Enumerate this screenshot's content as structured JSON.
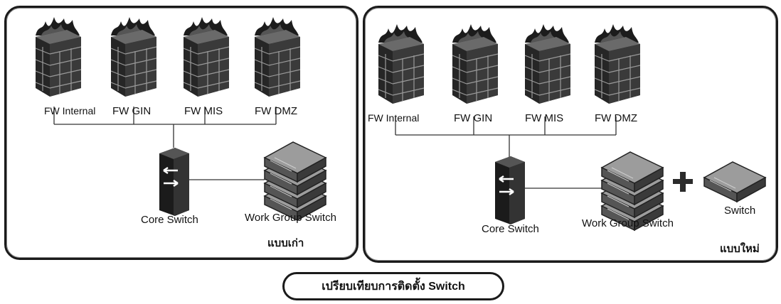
{
  "old_layout": {
    "firewalls": [
      "FW Internal",
      "FW GIN",
      "FW MIS",
      "FW DMZ"
    ],
    "core_switch": "Core Switch",
    "workgroup_switch": "Work Group Switch",
    "title": "แบบเก่า"
  },
  "new_layout": {
    "firewalls": [
      "FW Internal",
      "FW GIN",
      "FW MIS",
      "FW DMZ"
    ],
    "core_switch": "Core Switch",
    "workgroup_switch": "Work Group Switch",
    "extra_switch": "Switch",
    "title": "แบบใหม่"
  },
  "caption": "เปรียบเทียบการติดตั้ง Switch",
  "icons": {
    "firewall": "firewall-icon",
    "core_switch": "core-switch-icon",
    "workgroup_switch": "stacked-switch-icon",
    "plus": "plus-icon",
    "switch": "switch-icon"
  }
}
